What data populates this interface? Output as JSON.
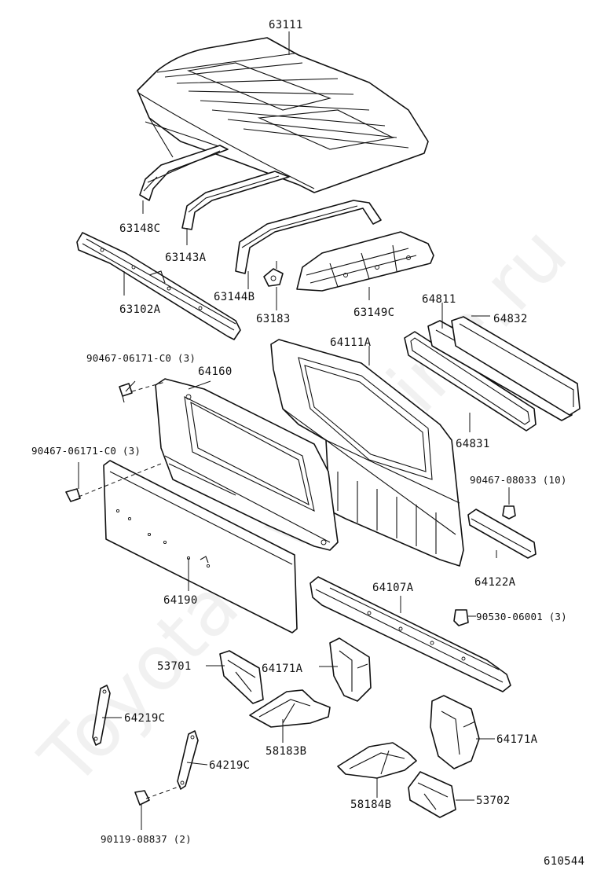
{
  "watermark": "Toyota-Avto-Line.ru",
  "diagram_id": "610544",
  "labels": {
    "p63111": "63111",
    "p63148C": "63148C",
    "p63143A": "63143A",
    "p63102A": "63102A",
    "p63144B": "63144B",
    "p63183": "63183",
    "p63149C": "63149C",
    "p64811": "64811",
    "p64832": "64832",
    "p64111A": "64111A",
    "p64160": "64160",
    "p64831": "64831",
    "b90467_06171_a": "90467-06171-C0 (3)",
    "b90467_06171_b": "90467-06171-C0 (3)",
    "b90467_08033": "90467-08033 (10)",
    "p64122A": "64122A",
    "p64190": "64190",
    "p64107A": "64107A",
    "b90530_06001": "90530-06001 (3)",
    "p53701": "53701",
    "p64171A_left": "64171A",
    "p64219C_a": "64219C",
    "p58183B": "58183B",
    "p64171A_right": "64171A",
    "p64219C_b": "64219C",
    "p58184B": "58184B",
    "p53702": "53702",
    "b90119_08837": "90119-08837 (2)"
  }
}
